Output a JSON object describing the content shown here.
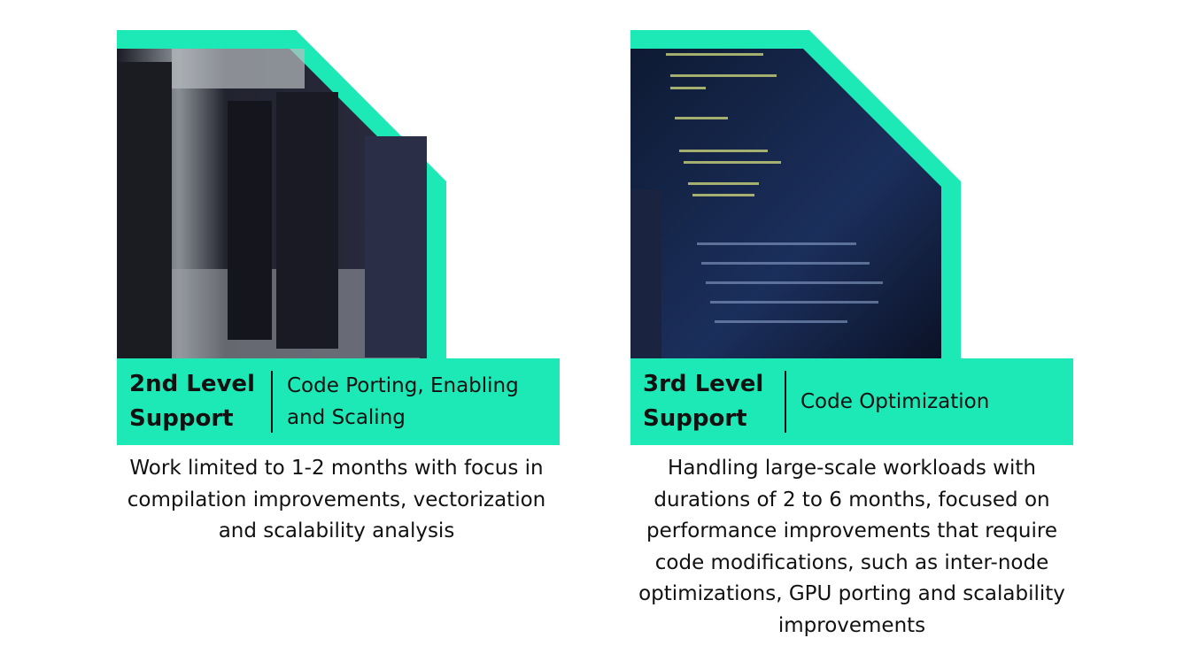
{
  "colors": {
    "accent": "#1de9b6"
  },
  "cards": [
    {
      "level": "2nd Level Support",
      "level_line1": "2nd Level",
      "level_line2": "Support",
      "topic_line1": "Code Porting, Enabling",
      "topic_line2": "and Scaling",
      "image": "server-racks-photo",
      "description": "Work limited to 1-2 months with focus in compilation improvements, vectorization and scalability analysis"
    },
    {
      "level": "3rd Level Support",
      "level_line1": "3rd Level",
      "level_line2": "Support",
      "topic_line1": "Code Optimization",
      "topic_line2": "",
      "image": "code-screen-photo",
      "description": "Handling large-scale workloads with durations of 2 to 6 months, focused on performance improvements that require code modifications, such as inter-node optimizations, GPU porting and scalability improvements"
    }
  ]
}
